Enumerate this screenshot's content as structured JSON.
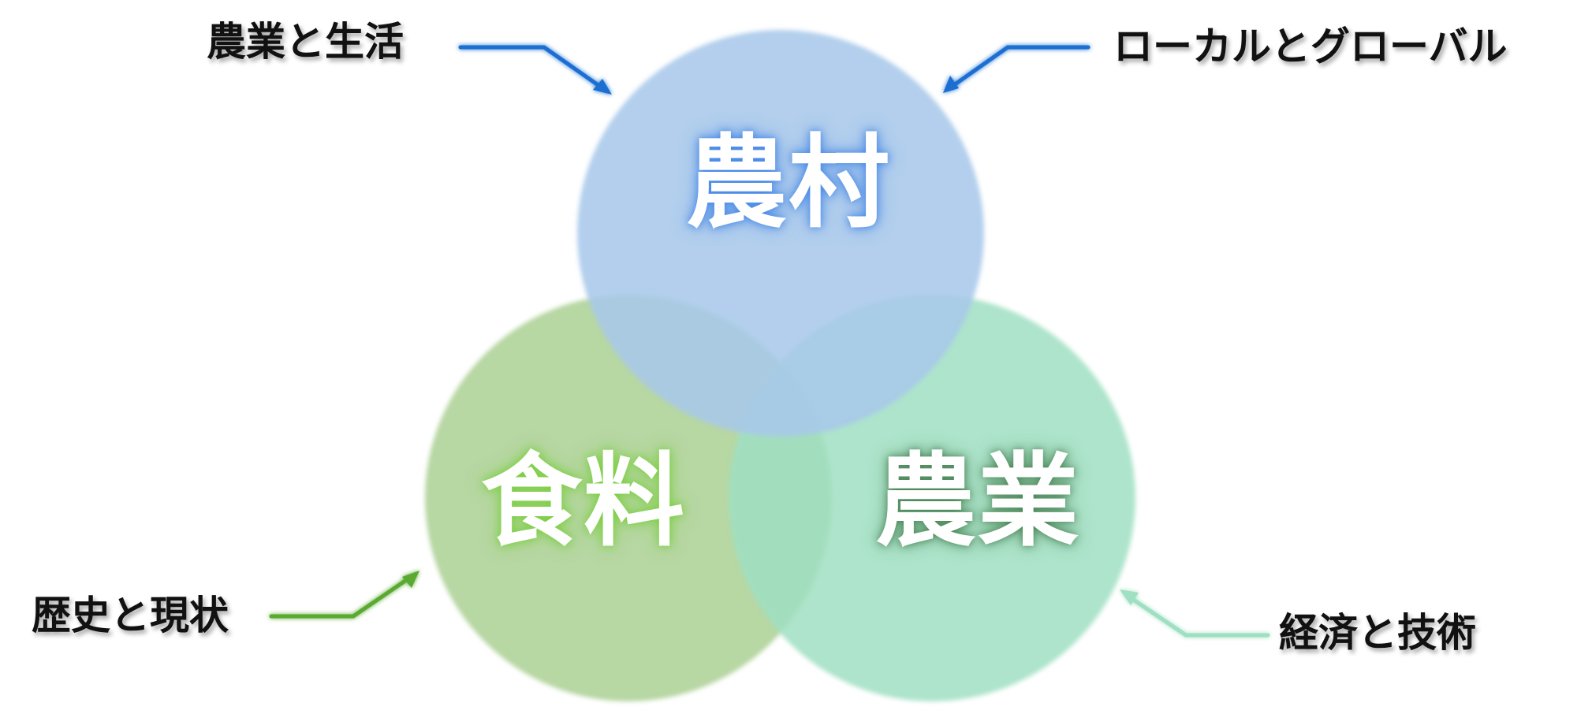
{
  "diagram": {
    "circles": [
      {
        "id": "rural",
        "label": "農村",
        "color": "#a9c8ea"
      },
      {
        "id": "food",
        "label": "食料",
        "color": "#b1d49b"
      },
      {
        "id": "agri",
        "label": "農業",
        "color": "#9fdfc2"
      }
    ],
    "callouts": {
      "top_left": "農業と生活",
      "top_right": "ローカルとグローバル",
      "bottom_left": "歴史と現状",
      "bottom_right": "経済と技術"
    },
    "arrow_colors": {
      "blue": "#1a6ed1",
      "green": "#5aaa32",
      "mint": "#9fdfc2"
    }
  }
}
